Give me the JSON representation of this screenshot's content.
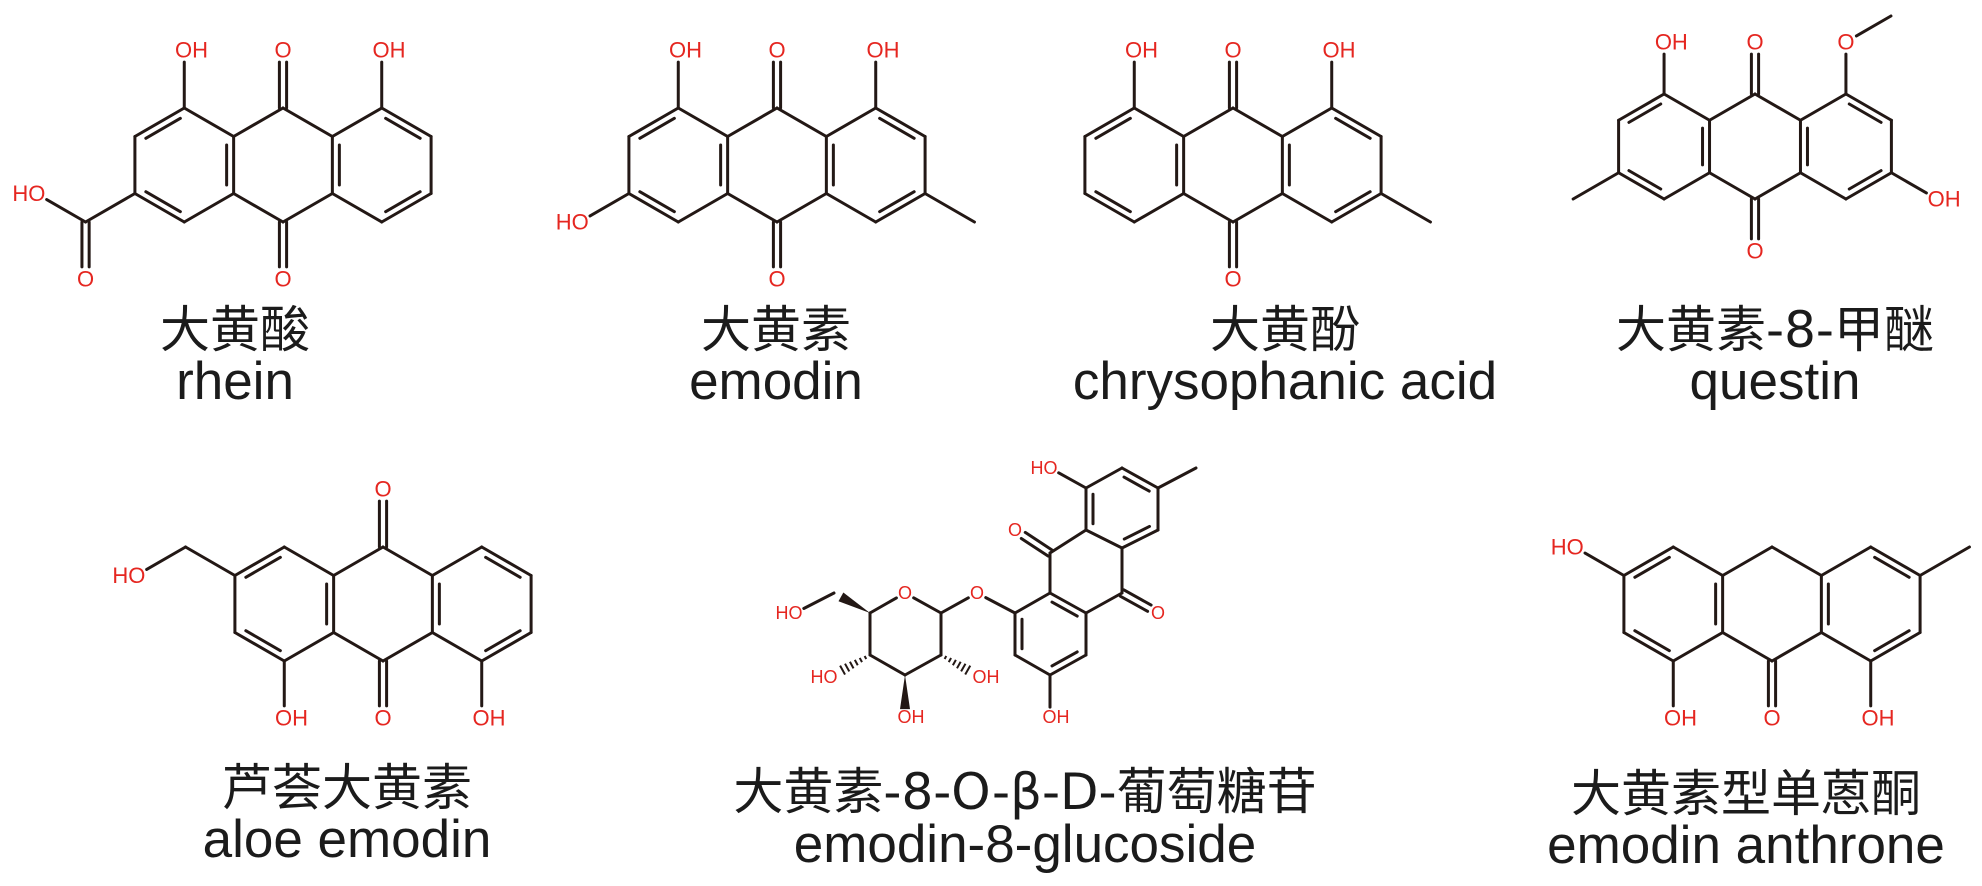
{
  "colors": {
    "bond": "#231815",
    "heteroatom": "#e52620",
    "text": "#1b1b1b"
  },
  "compounds": [
    {
      "name_cn": "大黄酸",
      "name_en": "rhein",
      "atoms": [
        "OH",
        "O",
        "OH",
        "O",
        "O",
        "HO"
      ]
    },
    {
      "name_cn": "大黄素",
      "name_en": "emodin",
      "atoms": [
        "OH",
        "O",
        "OH",
        "O",
        "HO"
      ]
    },
    {
      "name_cn": "大黄酚",
      "name_en": "chrysophanic acid",
      "atoms": [
        "OH",
        "O",
        "OH",
        "O"
      ]
    },
    {
      "name_cn": "大黄素-8-甲醚",
      "name_en": "questin",
      "atoms": [
        "OH",
        "O",
        "O",
        "O",
        "OH"
      ]
    },
    {
      "name_cn": "芦荟大黄素",
      "name_en": "aloe emodin",
      "atoms": [
        "O",
        "O",
        "OH",
        "OH",
        "HO"
      ]
    },
    {
      "name_cn": "大黄素-8-O-β-D-葡萄糖苷",
      "name_en": "emodin-8-glucoside",
      "atoms": [
        "HO",
        "O",
        "O",
        "OH",
        "O",
        "O",
        "HO",
        "HO",
        "OH",
        "OH"
      ]
    },
    {
      "name_cn": "大黄素型单蒽酮",
      "name_en": "emodin anthrone",
      "atoms": [
        "O",
        "HO",
        "OH",
        "OH"
      ]
    }
  ]
}
